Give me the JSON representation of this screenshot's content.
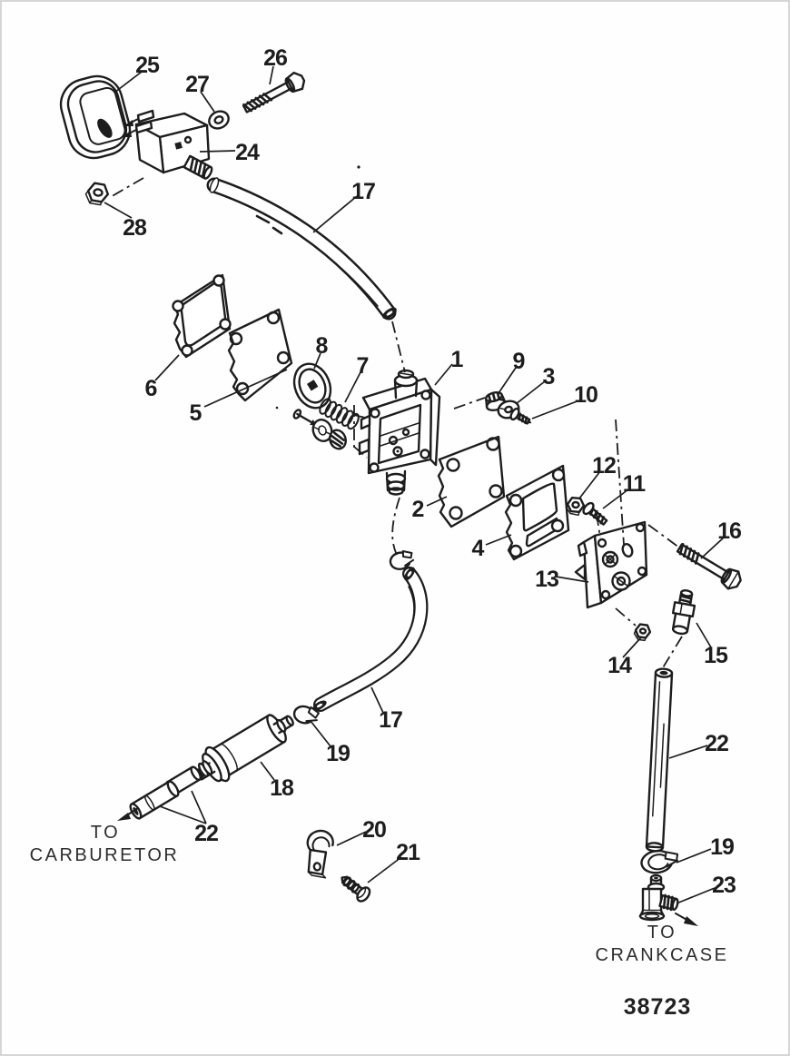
{
  "page": {
    "background_color": "#fefefe",
    "ink_color": "#1d1d1d"
  },
  "diagram": {
    "drawing_number": "38723",
    "annotations": {
      "to_carburetor": {
        "line1": "TO",
        "line2": "CARBURETOR"
      },
      "to_crankcase": {
        "line1": "TO",
        "line2": "CRANKCASE"
      }
    },
    "callouts": [
      {
        "label": "25"
      },
      {
        "label": "26"
      },
      {
        "label": "27"
      },
      {
        "label": "24"
      },
      {
        "label": "28"
      },
      {
        "label": "17"
      },
      {
        "label": "6"
      },
      {
        "label": "5"
      },
      {
        "label": "8"
      },
      {
        "label": "7"
      },
      {
        "label": "1"
      },
      {
        "label": "9"
      },
      {
        "label": "3"
      },
      {
        "label": "10"
      },
      {
        "label": "2"
      },
      {
        "label": "4"
      },
      {
        "label": "12"
      },
      {
        "label": "11"
      },
      {
        "label": "16"
      },
      {
        "label": "13"
      },
      {
        "label": "14"
      },
      {
        "label": "15"
      },
      {
        "label": "17"
      },
      {
        "label": "19"
      },
      {
        "label": "18"
      },
      {
        "label": "22"
      },
      {
        "label": "20"
      },
      {
        "label": "21"
      },
      {
        "label": "22"
      },
      {
        "label": "19"
      },
      {
        "label": "23"
      }
    ]
  }
}
